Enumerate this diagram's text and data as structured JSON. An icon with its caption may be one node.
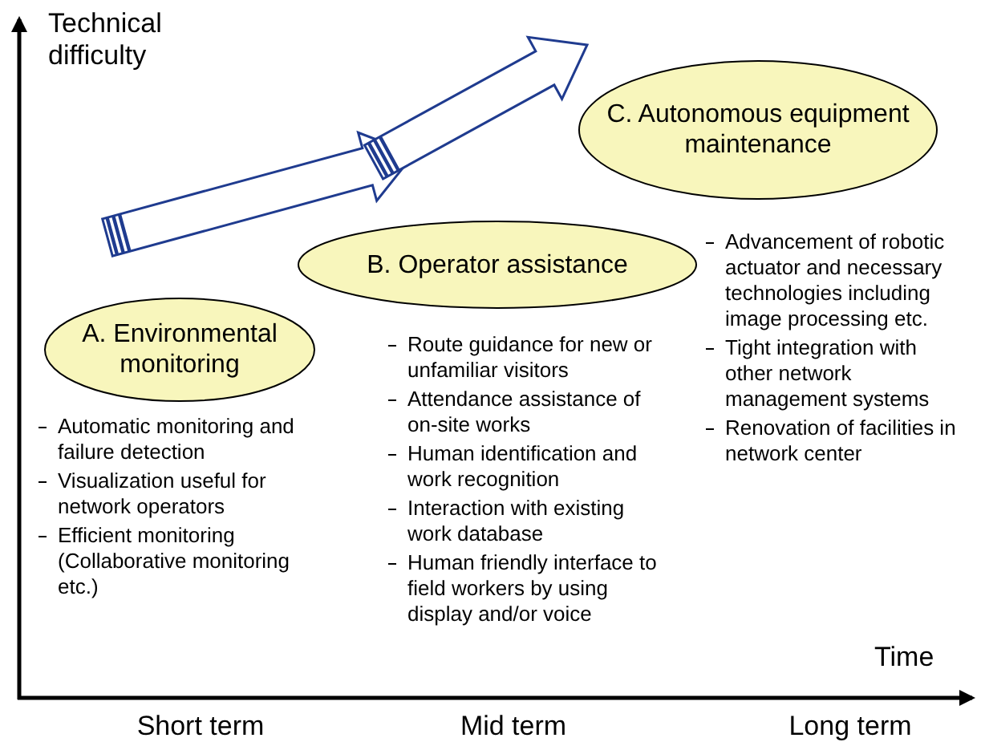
{
  "diagram": {
    "nodes": [
      {
        "text": [
          "A. Environmental monitoring"
        ],
        "beside": [
          "Automatic monitoring and failure detection",
          "Visualization useful for network operators",
          "Efficient monitoring (Collaborative monitoring etc.)"
        ]
      },
      {
        "text": [
          "B. Operator assistance"
        ],
        "beside": [
          "Route guidance for new or unfamiliar visitors",
          "Attendance assistance of on-site works",
          "Human identification and work recognition",
          "Interaction with existing work database",
          "Human friendly interface to field workers by using display and/or voice"
        ]
      },
      {
        "text": [
          "C. Autonomous equipment maintenance"
        ],
        "beside": [
          "Advancement of robotic actuator and necessary technologies including image processing etc.",
          "Tight integration with other network management systems",
          "Renovation of facilities in network center"
        ]
      }
    ],
    "labels": [
      "Technical difficulty",
      "Time",
      "Short term",
      "Mid term",
      "Long term"
    ]
  }
}
